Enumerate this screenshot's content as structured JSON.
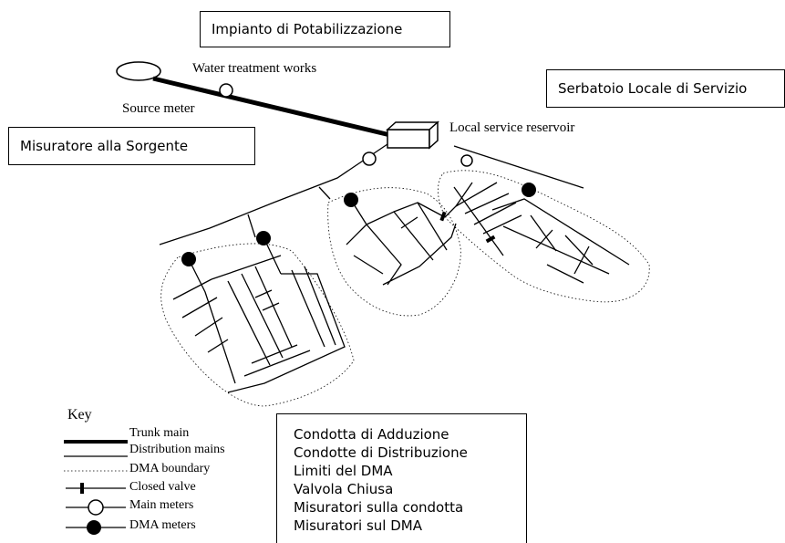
{
  "callouts": {
    "plant": "Impianto di Potabilizzazione",
    "reservoir": "Serbatoio Locale di Servizio",
    "source_meter": "Misuratore alla Sorgente"
  },
  "diagram_labels": {
    "water_treatment_works": "Water treatment works",
    "source_meter": "Source meter",
    "local_service_reservoir": "Local service reservoir"
  },
  "key": {
    "title": "Key",
    "items": [
      "Trunk main",
      "Distribution mains",
      "DMA boundary",
      "Closed valve",
      "Main meters",
      "DMA meters"
    ]
  },
  "translations": [
    "Condotta di Adduzione",
    "Condotte di Distribuzione",
    "Limiti del DMA",
    "Valvola Chiusa",
    "Misuratori sulla condotta",
    "Misuratori sul DMA"
  ]
}
